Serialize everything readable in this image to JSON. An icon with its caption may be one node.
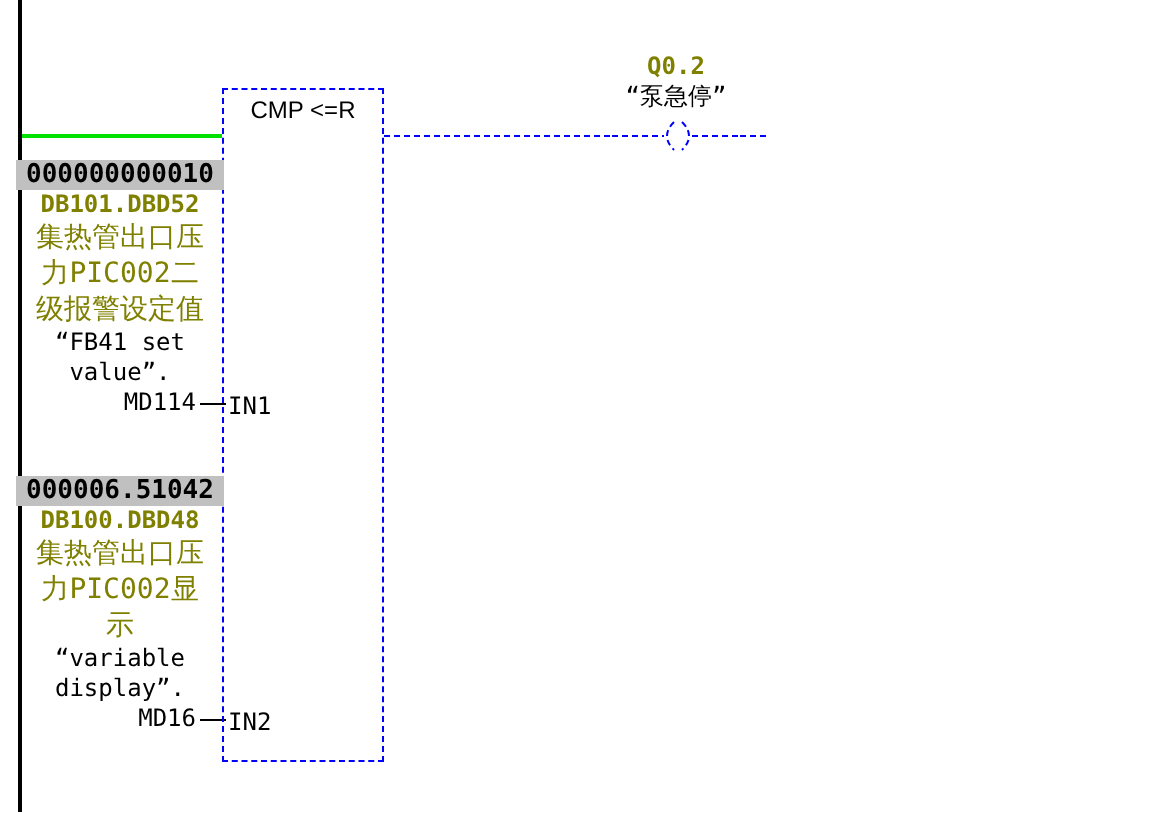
{
  "diagram": {
    "nodes": [
      {
        "text": [],
        "shape": "bar"
      },
      {
        "text": [
          "CMP <=R"
        ]
      },
      {
        "text": [
          "IN1"
        ],
        "in": 1
      },
      {
        "text": [
          "IN2"
        ],
        "in": 1
      },
      {
        "text": [
          "Q0.2",
          "“泵急停”"
        ]
      },
      {
        "text": [
          "000000000010",
          "DB101.DBD52",
          "集热管出口压力PIC002二级报警设定值",
          "“FB41 set value”.",
          "MD114"
        ]
      },
      {
        "text": [
          "000006.51042",
          "DB100.DBD48",
          "集热管出口压力PIC002显示",
          "“variable display”.",
          "MD16"
        ]
      }
    ],
    "edges": [
      {
        "from": 0,
        "to": 1,
        "arrow": "none",
        "color": "#00e000"
      },
      {
        "from": 1,
        "to": 4,
        "arrow": "none",
        "style": "dashed",
        "color": "#0000ff"
      },
      {
        "from": 4,
        "to": null,
        "arrow": "none",
        "style": "dashed",
        "color": "#0000ff"
      },
      {
        "from": 5,
        "to": 2,
        "arrow": "none",
        "color": "#000000"
      },
      {
        "from": 6,
        "to": 3,
        "arrow": "none",
        "color": "#000000"
      }
    ]
  }
}
